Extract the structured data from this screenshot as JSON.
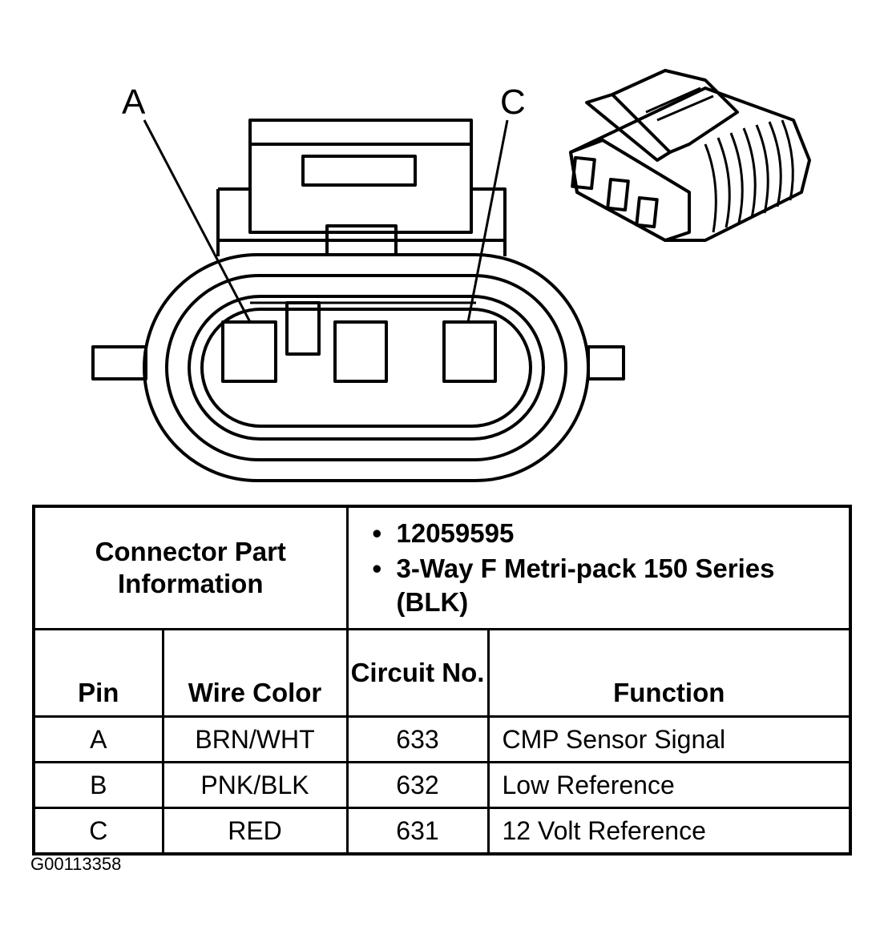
{
  "diagram": {
    "pin_labels": [
      "A",
      "C"
    ]
  },
  "connector_info": {
    "label": "Connector Part Information",
    "values": [
      "12059595",
      "3-Way F Metri-pack 150 Series (BLK)"
    ]
  },
  "table": {
    "headers": [
      "Pin",
      "Wire Color",
      "Circuit No.",
      "Function"
    ],
    "rows": [
      {
        "pin": "A",
        "wire_color": "BRN/WHT",
        "circuit": "633",
        "function": "CMP Sensor Signal"
      },
      {
        "pin": "B",
        "wire_color": "PNK/BLK",
        "circuit": "632",
        "function": "Low Reference"
      },
      {
        "pin": "C",
        "wire_color": "RED",
        "circuit": "631",
        "function": "12 Volt Reference"
      }
    ]
  },
  "figure_id": "G00113358"
}
